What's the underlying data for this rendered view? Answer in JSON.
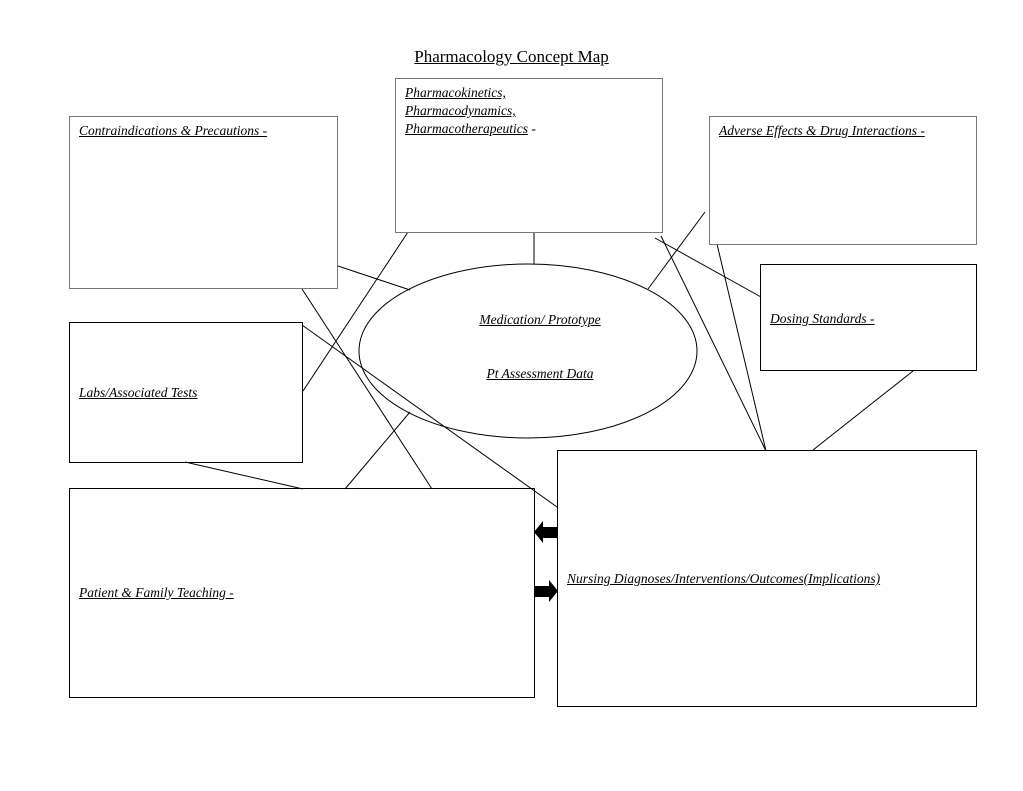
{
  "title": "Pharmacology Concept Map",
  "boxes": {
    "contraindications": "Contraindications & Precautions -",
    "pharmaco": {
      "lines": [
        "Pharmacokinetics,",
        "Pharmacodynamics,",
        "Pharmacotherapeutics"
      ],
      "suffix": " -"
    },
    "adverse": "Adverse Effects & Drug Interactions -",
    "dosing": "Dosing Standards -",
    "labs": "Labs/Associated Tests",
    "teaching": "Patient & Family Teaching -",
    "nursing": "Nursing Diagnoses/Interventions/Outcomes(Implications)"
  },
  "center": {
    "medication": "Medication/ Prototype",
    "assessment": "Pt Assessment Data"
  }
}
